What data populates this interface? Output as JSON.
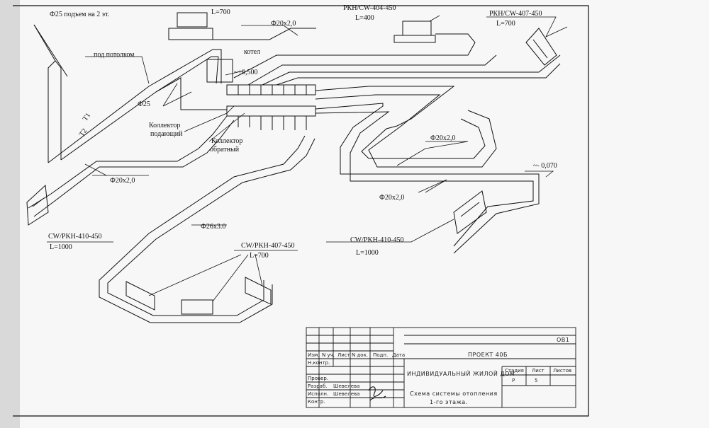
{
  "labels": {
    "riser": "Ф25 подъем на 2 эт.",
    "ceiling": "под потолком",
    "d25": "Ф25",
    "t1": "Т1",
    "t2": "Т2",
    "boiler": "котел",
    "elev_top": "+0,500",
    "coll_supply_1": "Коллектор",
    "coll_supply_2": "подающий",
    "coll_return_1": "Коллектор",
    "coll_return_2": "обратный",
    "pipe_top": "Ф20х2,0",
    "pipe_left": "Ф20х2,0",
    "pipe_mid": "Ф20х2,0",
    "pipe_right": "Ф20х2,0",
    "pipe_main": "Ф26х3.0",
    "elev_low": "- 0,070",
    "rad_top_a_len": "L=700",
    "rad_top_b_name": "РКН/CW-404-450",
    "rad_top_b_len": "L=400",
    "rad_top_c_name": "РКН/CW-407-450",
    "rad_top_c_len": "L=700",
    "rad_left_name": "CW/PKH-410-450",
    "rad_left_len": "L=1000",
    "rad_bottom_name": "CW/PKH-407-450",
    "rad_bottom_len": "L=700",
    "rad_right_name": "CW/PKH-410-450",
    "rad_right_len": "L=1000"
  },
  "title_block": {
    "sheet_code": "ОВ1",
    "project": "ПРОЕКТ 40Б",
    "object": "ИНДИВИДУАЛЬНЫЙ ЖИЛОЙ ДОМ",
    "drawing_title_1": "Схема системы отопления",
    "drawing_title_2": "1-го этажа.",
    "col_izm": "Изм.",
    "col_nuch": "N уч.",
    "col_list": "Лист",
    "col_ndok": "N док.",
    "col_podp": "Подп.",
    "col_data": "Дата",
    "row_nkontr": "Н.контр.",
    "row_prover": "Провер.",
    "row_razrab": "Разраб.",
    "row_ispoln": "Исполн.",
    "row_kontr": "Контр.",
    "name_razrab": "Шевелева",
    "name_ispoln": "Шевелева",
    "stage_label": "Стадия",
    "sheet_label": "Лист",
    "sheets_label": "Листов",
    "stage_value": "Р",
    "sheet_value": "5",
    "sheets_value": ""
  },
  "colors": {
    "line": "#111111",
    "paper": "#f7f7f7",
    "edge": "#d9d9d9"
  }
}
